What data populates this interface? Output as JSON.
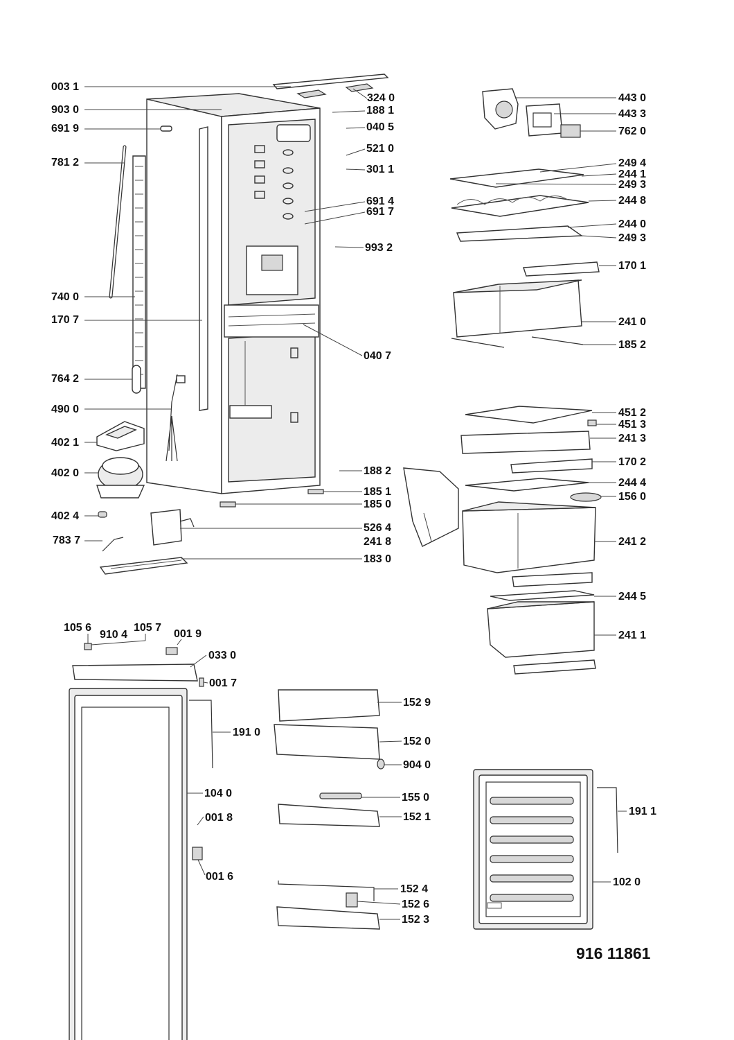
{
  "document": {
    "number": "916 11861"
  },
  "labels": {
    "l0031": "003 1",
    "l3240": "324 0",
    "l9030": "903 0",
    "l1881": "188 1",
    "l6919": "691 9",
    "l0405": "040 5",
    "l5210": "521 0",
    "l7812": "781 2",
    "l3011": "301 1",
    "l6914": "691 4",
    "l6917": "691 7",
    "l9932": "993 2",
    "l7400": "740 0",
    "l1707": "170 7",
    "l0407": "040 7",
    "l7642": "764 2",
    "l4900": "490 0",
    "l4021": "402 1",
    "l4020": "402 0",
    "l1882": "188 2",
    "l1851": "185 1",
    "l1850": "185 0",
    "l4024": "402 4",
    "l5264": "526 4",
    "l7837": "783 7",
    "l2418": "241 8",
    "l1830": "183 0",
    "l4430": "443 0",
    "l4433": "443 3",
    "l7620": "762 0",
    "l2494": "249 4",
    "l2441": "244 1",
    "l2493a": "249 3",
    "l2448": "244 8",
    "l2440": "244 0",
    "l2493b": "249 3",
    "l1701": "170 1",
    "l2410": "241 0",
    "l1852": "185 2",
    "l4512": "451 2",
    "l4513": "451 3",
    "l2413": "241 3",
    "l1702": "170 2",
    "l2444": "244 4",
    "l1560": "156 0",
    "l2412": "241 2",
    "l2445": "244 5",
    "l2411": "241 1",
    "l1056": "105 6",
    "l9104": "910 4",
    "l1057": "105 7",
    "l0019": "001 9",
    "l0330": "033 0",
    "l0017": "001 7",
    "l1910": "191 0",
    "l1040": "104 0",
    "l0018": "001 8",
    "l0016": "001 6",
    "l1529": "152 9",
    "l1520": "152 0",
    "l9040": "904 0",
    "l1550": "155 0",
    "l1521": "152 1",
    "l1524": "152 4",
    "l1526": "152 6",
    "l1523": "152 3",
    "l1911": "191 1",
    "l1020": "102 0"
  }
}
